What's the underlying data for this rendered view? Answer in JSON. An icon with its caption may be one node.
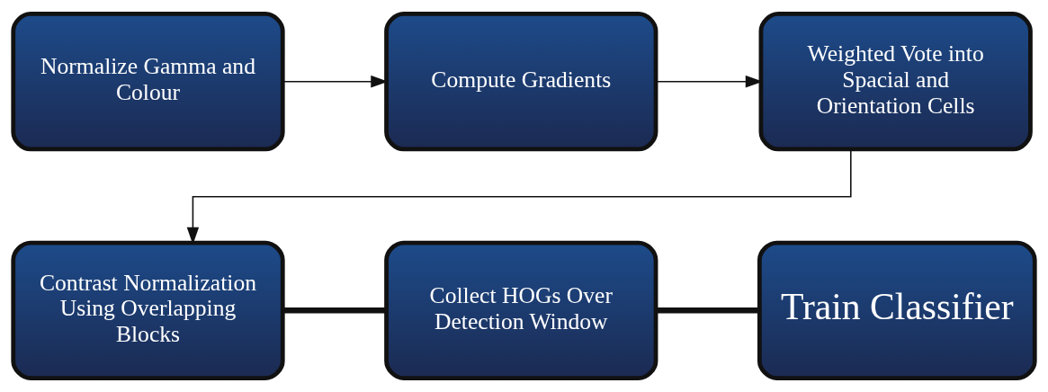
{
  "diagram": {
    "nodes": [
      {
        "text": [
          "Normalize Gamma and Colour"
        ]
      },
      {
        "text": [
          "Compute Gradients"
        ]
      },
      {
        "text": [
          "Weighted Vote into Spacial and Orientation Cells"
        ]
      },
      {
        "text": [
          "Contrast Normalization Using Overlapping Blocks"
        ]
      },
      {
        "text": [
          "Collect HOGs Over Detection Window"
        ]
      },
      {
        "text": [
          "Train Classifier"
        ]
      }
    ],
    "edges": [
      {
        "from": 0,
        "to": 1,
        "arrow": "to"
      },
      {
        "from": 1,
        "to": 2,
        "arrow": "to"
      },
      {
        "from": 2,
        "to": 3,
        "arrow": "to"
      },
      {
        "from": 3,
        "to": 4,
        "arrow": "none",
        "style": "thick"
      },
      {
        "from": 4,
        "to": 5,
        "arrow": "none",
        "style": "thick"
      }
    ]
  }
}
